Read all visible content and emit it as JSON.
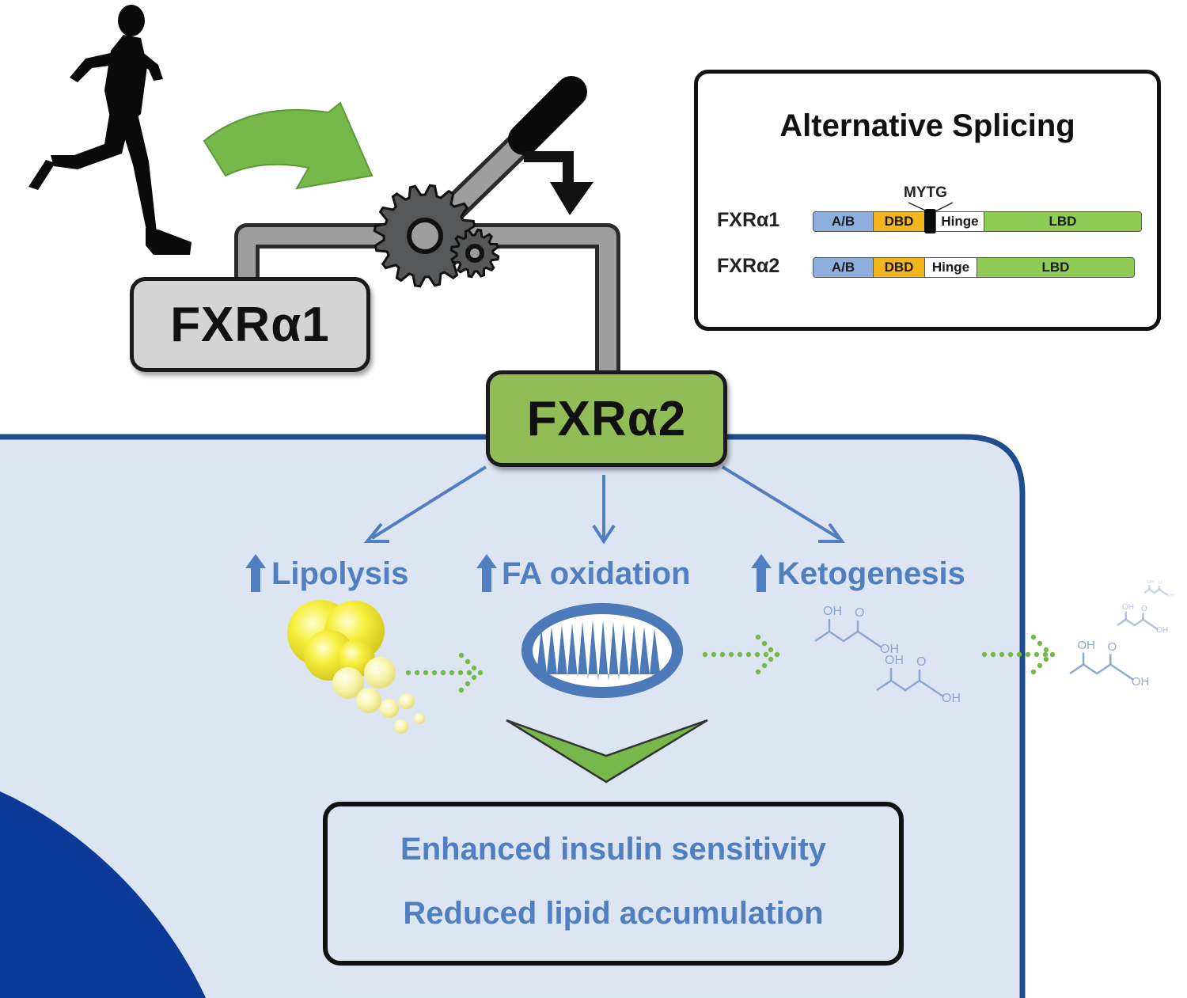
{
  "colors": {
    "cell_fill": "#dde5f3",
    "cell_border": "#1f4c8c",
    "nucleus": "#0b3a99",
    "accent_blue": "#4f7fc0",
    "green_arrow": "#77b84a",
    "fxr2_box": "#92bc55",
    "fxr1_box": "#d4d4d4"
  },
  "icons": {
    "runner": "runner-silhouette-icon",
    "gear": "gear-icon",
    "lever": "lever-icon",
    "lipid": "lipid-droplet-icon",
    "mitochondrion": "mitochondrion-icon",
    "ketone": "ketone-molecule-icon",
    "up_arrow": "up-arrow-icon"
  },
  "nodes": {
    "fxr1": "FXRα1",
    "fxr2": "FXRα2"
  },
  "splicing": {
    "title": "Alternative Splicing",
    "motif_label": "MYTG",
    "isoforms": [
      {
        "label": "FXRα1",
        "domains": [
          "A/B",
          "DBD",
          "Hinge",
          "LBD"
        ]
      },
      {
        "label": "FXRα2",
        "domains": [
          "A/B",
          "DBD",
          "Hinge",
          "LBD"
        ]
      }
    ]
  },
  "effects": {
    "lipolysis": "Lipolysis",
    "fa_oxidation": "FA oxidation",
    "ketogenesis": "Ketogenesis"
  },
  "molecule_labels": {
    "oh": "OH",
    "o": "O"
  },
  "outcomes": [
    "Enhanced insulin sensitivity",
    "Reduced lipid accumulation"
  ]
}
